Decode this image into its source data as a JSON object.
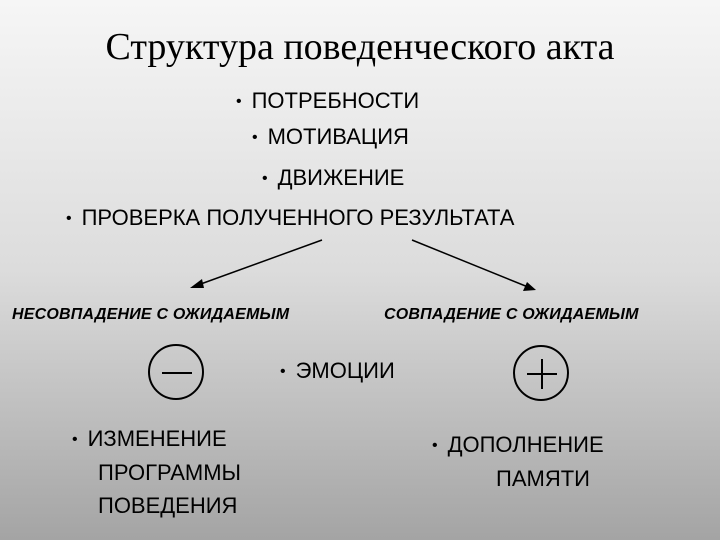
{
  "title": "Структура поведенческого акта",
  "bullets": [
    "ПОТРЕБНОСТИ",
    "МОТИВАЦИЯ",
    "ДВИЖЕНИЕ",
    "ПРОВЕРКА ПОЛУЧЕННОГО РЕЗУЛЬТАТА"
  ],
  "branches": {
    "left_label": "НЕСОВПАДЕНИЕ С ОЖИДАЕМЫМ",
    "right_label": "СОВПАДЕНИЕ С ОЖИДАЕМЫМ"
  },
  "emotions": "ЭМОЦИИ",
  "left_outcome": [
    "ИЗМЕНЕНИЕ",
    "ПРОГРАММЫ",
    "ПОВЕДЕНИЯ"
  ],
  "right_outcome": [
    "ДОПОЛНЕНИЕ",
    "ПАМЯТИ"
  ],
  "bullet_char": "•",
  "icons": {
    "negative": "minus-circle-icon",
    "positive": "plus-icon"
  }
}
